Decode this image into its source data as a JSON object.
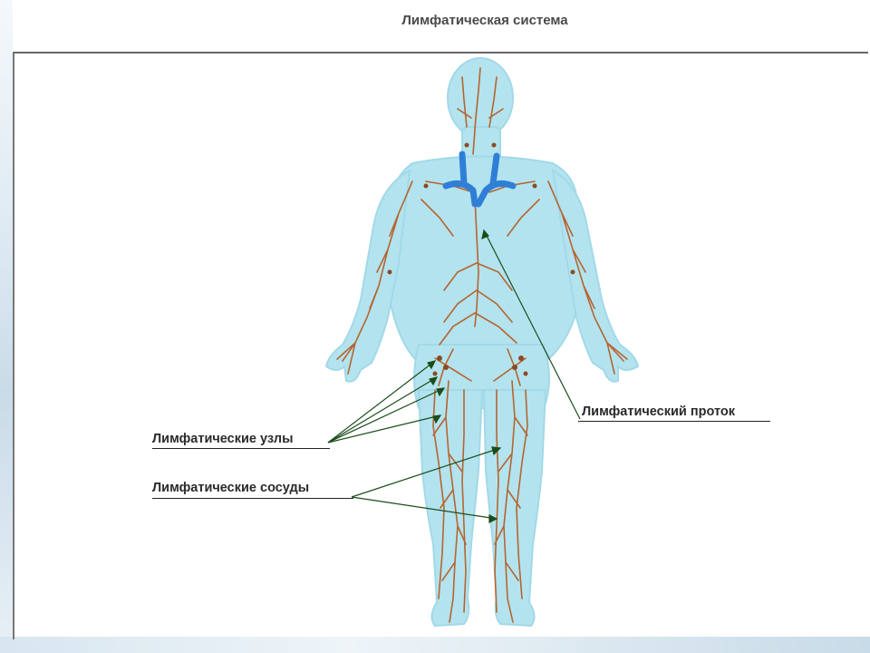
{
  "title": "Лимфатическая система",
  "labels": {
    "nodes": "Лимфатические узлы",
    "vessels": "Лимфатические сосуды",
    "duct": "Лимфатический проток"
  },
  "colors": {
    "body": "#b3e3ef",
    "body_outline": "#9ed6e6",
    "vessel": "#b5652f",
    "veins": "#2f7fd6",
    "pointer": "#1b4d1b"
  }
}
